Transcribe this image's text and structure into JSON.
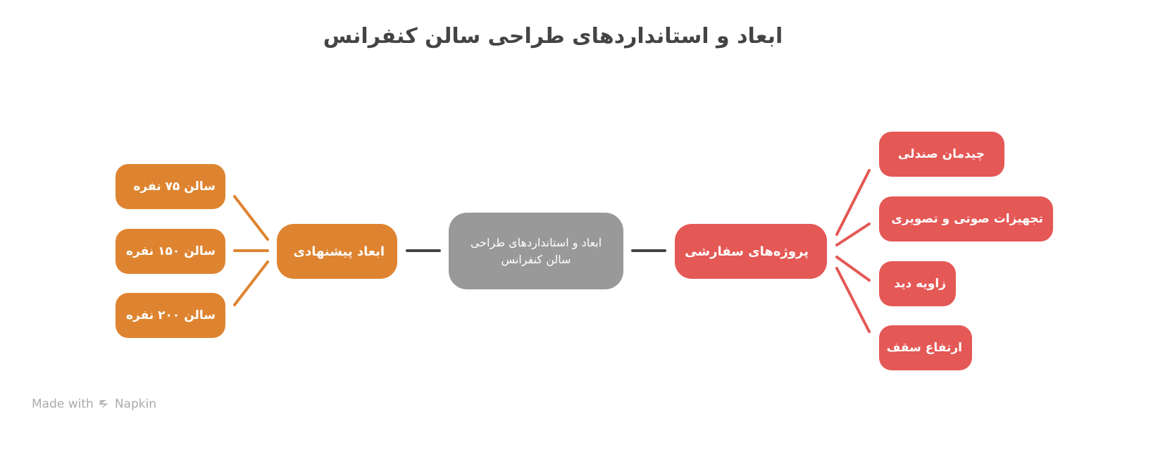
{
  "title": "ابعاد و استانداردهای طراحی سالن کنفرانس",
  "center": {
    "label": "ابعاد و استانداردهای طراحی سالن کنفرانس"
  },
  "left_branch": {
    "label": "ابعاد پیشنهادی",
    "color": "#DE8430",
    "items": [
      "سالن ۷۵ نفره",
      "سالن ۱۵۰ نفره",
      "سالن ۲۰۰ نفره"
    ]
  },
  "right_branch": {
    "label": "پروژه‌های سفارشی",
    "color": "#E45855",
    "items": [
      "چیدمان صندلی",
      "تجهیزات صوتی و تصویری",
      "زاویه دید",
      "ارتفاع سقف"
    ]
  },
  "footer": {
    "made_with": "Made with",
    "brand": "Napkin"
  }
}
